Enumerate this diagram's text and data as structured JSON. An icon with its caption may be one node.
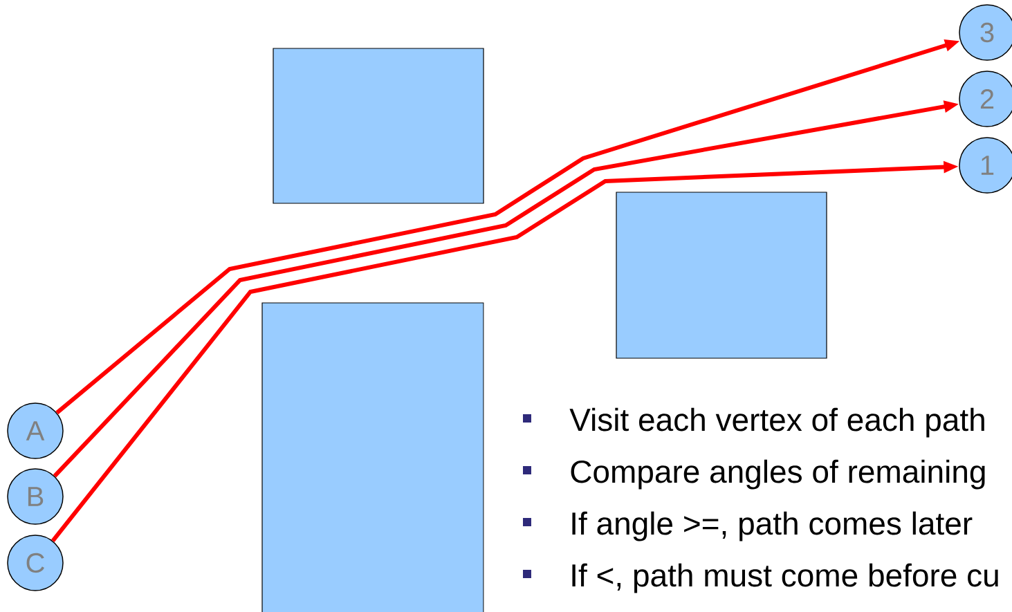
{
  "diagram": {
    "nodes": [
      {
        "text": [
          "3"
        ]
      },
      {
        "text": [
          "2"
        ]
      },
      {
        "text": [
          "1"
        ]
      },
      {
        "text": [],
        "shape": "box"
      },
      {
        "text": [],
        "shape": "box"
      },
      {
        "text": [],
        "shape": "box"
      },
      {
        "text": [
          "A"
        ]
      },
      {
        "text": [
          "B"
        ]
      },
      {
        "text": [
          "C"
        ]
      }
    ],
    "edges": [
      {
        "from": 6,
        "to": 0,
        "arrow": "to"
      },
      {
        "from": 7,
        "to": 1,
        "arrow": "to"
      },
      {
        "from": 8,
        "to": 2,
        "arrow": "to"
      }
    ],
    "labels": [
      "Visit each vertex of each path",
      "Compare angles of remaining",
      "If angle >=, path comes later",
      "If <, path must come before cu"
    ]
  }
}
